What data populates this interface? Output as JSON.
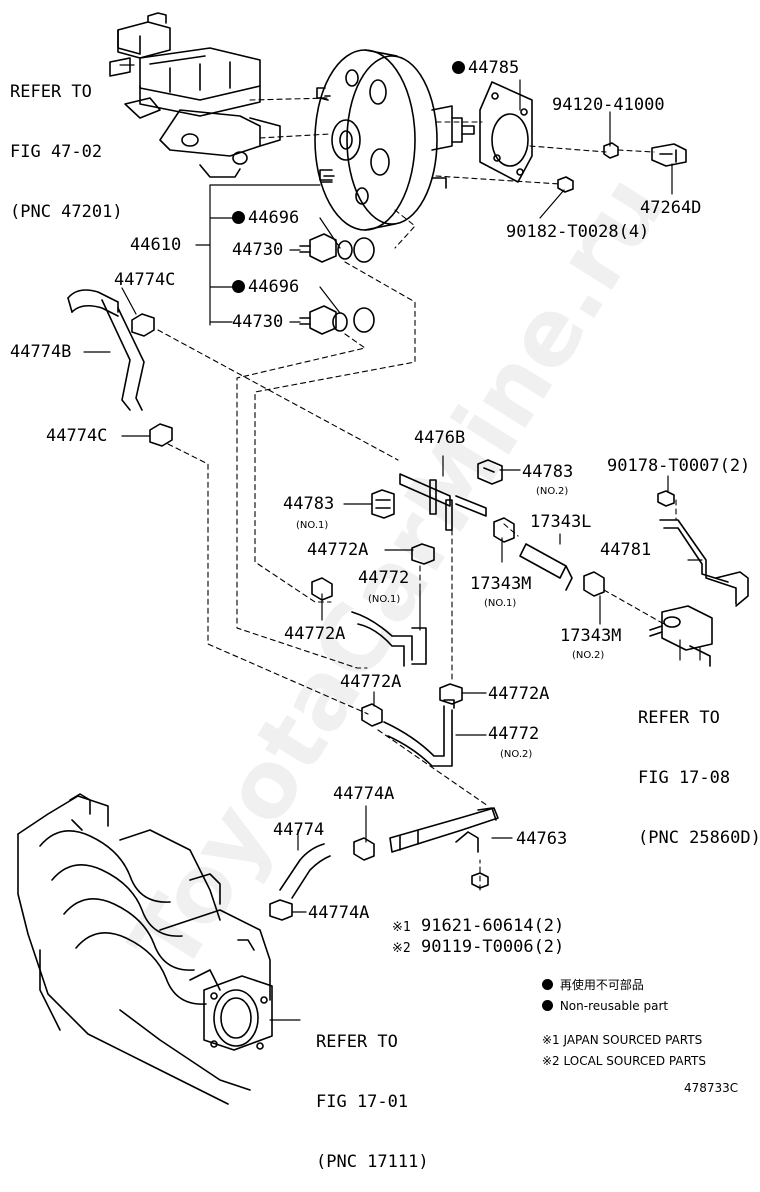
{
  "refs": {
    "fig47": [
      "REFER TO",
      "FIG 47-02",
      "(PNC 47201)"
    ],
    "fig17_08": [
      "REFER TO",
      "FIG 17-08",
      "(PNC 25860D)"
    ],
    "fig17_01": [
      "REFER TO",
      "FIG 17-01",
      "(PNC 17111)"
    ]
  },
  "parts": {
    "p44785": "44785",
    "p94120": "94120-41000",
    "p47264D": "47264D",
    "p90182": "90182-T0028(4)",
    "p44696a": "44696",
    "p44730a": "44730",
    "p44696b": "44696",
    "p44730b": "44730",
    "p44610": "44610",
    "p44774C_top": "44774C",
    "p44774B": "44774B",
    "p44774C_bot": "44774C",
    "p4476B": "4476B",
    "p44783_no2": "44783",
    "note_no2_a": "(NO.2)",
    "p90178": "90178-T0007(2)",
    "p44783_no1": "44783",
    "note_no1_a": "(NO.1)",
    "p17343L": "17343L",
    "p44781": "44781",
    "p44772A_1": "44772A",
    "p44772_no1": "44772",
    "note_no1_b": "(NO.1)",
    "p17343M_no1": "17343M",
    "note_no1_c": "(NO.1)",
    "p44772A_2": "44772A",
    "p17343M_no2": "17343M",
    "note_no2_b": "(NO.2)",
    "p44772A_3": "44772A",
    "p44772A_4": "44772A",
    "p44772_no2": "44772",
    "note_no2_c": "(NO.2)",
    "p44774A_top": "44774A",
    "p44774": "44774",
    "p44763": "44763",
    "p44774A_bot": "44774A",
    "p91621": "91621-60614(2)",
    "p90119": "90119-T0006(2)",
    "mark1": "※1",
    "mark2": "※2"
  },
  "legend": {
    "line1": "再使用不可部品",
    "line2": "Non-reusable part",
    "note1": "※1 JAPAN SOURCED PARTS",
    "note2": "※2 LOCAL SOURCED PARTS"
  },
  "diagram_id": "478733C",
  "watermark": "ToyotaCarMine.ru"
}
